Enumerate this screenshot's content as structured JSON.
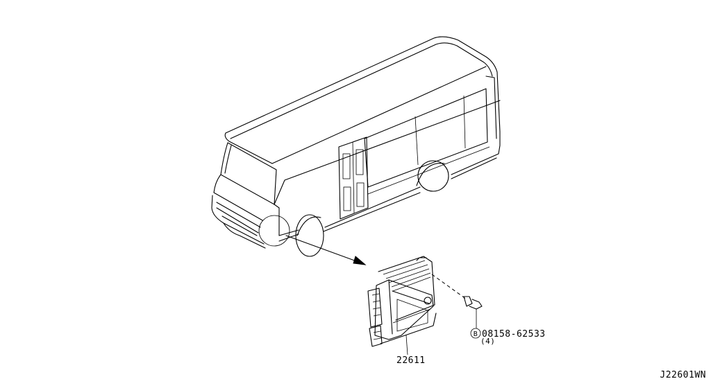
{
  "diagram": {
    "part_label_ecu": "22611",
    "bolt_marker": "B",
    "bolt_part_number": "08158-62533",
    "bolt_quantity": "(4)",
    "diagram_code": "J22601WN"
  }
}
